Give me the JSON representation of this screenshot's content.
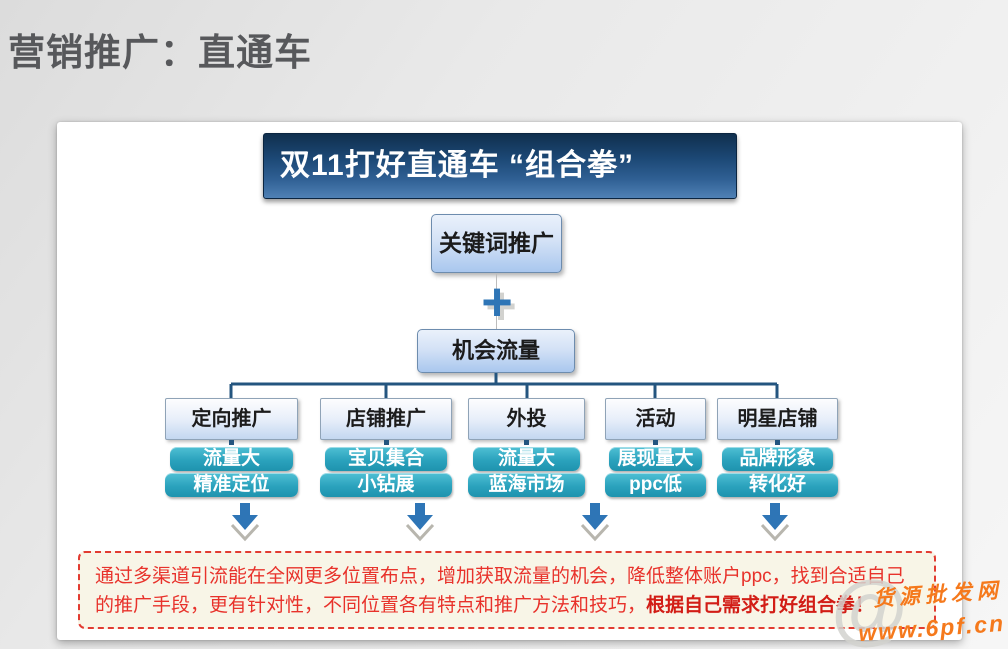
{
  "page": {
    "title": "营销推广：直通车"
  },
  "diagram": {
    "banner_title": "双11打好直通车 “组合拳”",
    "root_label": "关键词推广",
    "plus_sign": "+",
    "hub_label": "机会流量",
    "branches": [
      {
        "label": "定向推广",
        "tags": [
          "流量大",
          "精准定位"
        ]
      },
      {
        "label": "店铺推广",
        "tags": [
          "宝贝集合",
          "小钻展"
        ]
      },
      {
        "label": "外投",
        "tags": [
          "流量大",
          "蓝海市场"
        ]
      },
      {
        "label": "活动",
        "tags": [
          "展现量大",
          "ppc低"
        ]
      },
      {
        "label": "明星店铺",
        "tags": [
          "品牌形象",
          "转化好"
        ]
      }
    ],
    "summary": {
      "text": "通过多渠道引流能在全网更多位置布点，增加获取流量的机会，降低整体账户ppc，找到合适自己的推广手段，更有针对性，不同位置各有特点和推广方法和技巧，",
      "emphasis": "根据自己需求打好组合拳！"
    }
  },
  "watermark": {
    "at": "@",
    "site": "货源批发网",
    "url": "www.6pf.cn"
  },
  "colors": {
    "title_gray": "#57585b",
    "banner_blue": "#1c4875",
    "node_blue_light": "#a9c7ee",
    "connector_blue": "#24557f",
    "teal": "#2ba2bd",
    "arrow_blue": "#2e75b6",
    "alert_red": "#e8322b",
    "summary_bg": "#f8f5e7",
    "watermark_orange": "#f5791c"
  }
}
